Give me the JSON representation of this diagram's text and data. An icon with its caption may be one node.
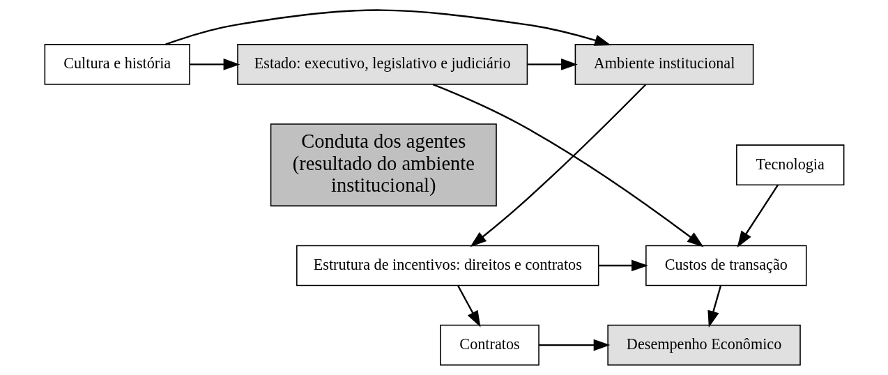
{
  "diagram": {
    "nodes": [
      {
        "text": [
          "Cultura e história"
        ]
      },
      {
        "text": [
          "Ambiente institucional"
        ]
      },
      {
        "text": [
          "Estado: executivo, legislativo e judiciário"
        ]
      },
      {
        "text": [
          "Conduta dos agentes (resultado do ambiente institucional)"
        ]
      },
      {
        "text": [
          "Tecnologia"
        ]
      },
      {
        "text": [
          "Estrutura de incentivos: direitos e contratos"
        ]
      },
      {
        "text": [
          "Custos de transação"
        ]
      },
      {
        "text": [
          "Contratos"
        ]
      },
      {
        "text": [
          "Desempenho Econômico"
        ]
      }
    ],
    "edges": [
      {
        "from": 0,
        "to": 1,
        "arrow": "to"
      },
      {
        "from": 2,
        "to": 1,
        "arrow": "to"
      },
      {
        "from": 0,
        "to": 2,
        "arrow": "to"
      },
      {
        "from": 1,
        "to": 5,
        "arrow": "to"
      },
      {
        "from": 2,
        "to": 6,
        "arrow": "to"
      },
      {
        "from": 4,
        "to": 6,
        "arrow": "to"
      },
      {
        "from": 5,
        "to": 6,
        "arrow": "to"
      },
      {
        "from": 5,
        "to": 7,
        "arrow": "to"
      },
      {
        "from": 7,
        "to": 8,
        "arrow": "to"
      },
      {
        "from": 6,
        "to": 8,
        "arrow": "to"
      }
    ]
  }
}
